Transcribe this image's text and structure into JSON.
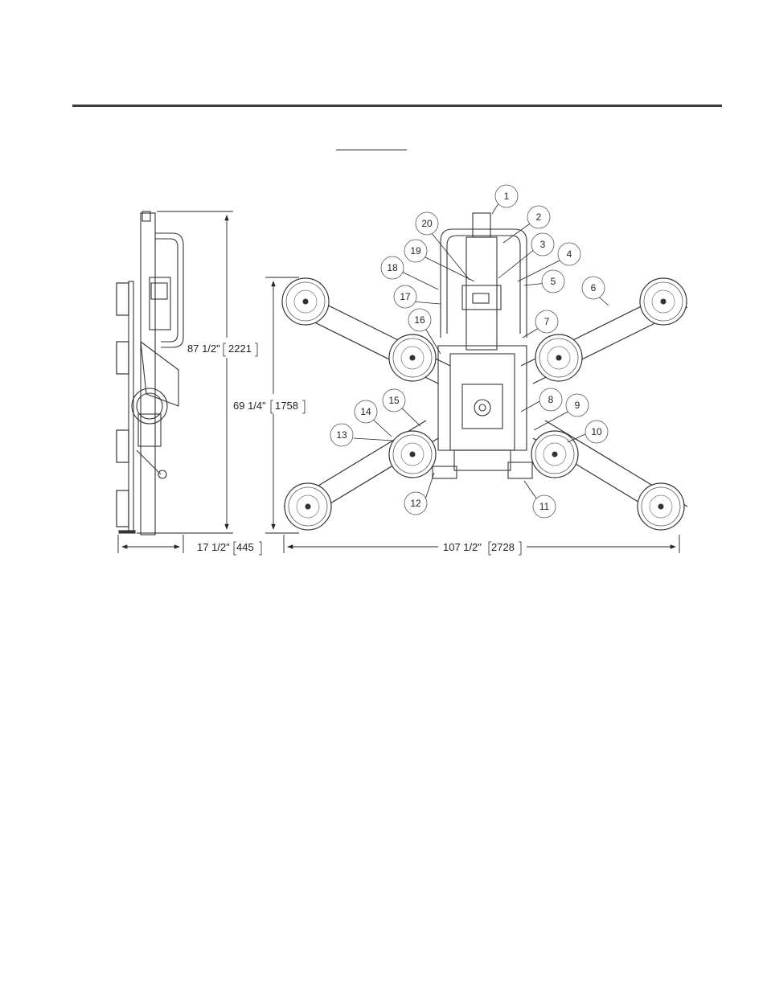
{
  "dimensions": {
    "side_height": "87 1/2\"",
    "side_height_mm": "2221",
    "front_height": "69 1/4\"",
    "front_height_mm": "1758",
    "side_depth": "17 1/2\"",
    "side_depth_mm": "445",
    "front_width": "107 1/2\"",
    "front_width_mm": "2728"
  },
  "callouts": [
    "1",
    "2",
    "3",
    "4",
    "5",
    "6",
    "7",
    "8",
    "9",
    "10",
    "11",
    "12",
    "13",
    "14",
    "15",
    "16",
    "17",
    "18",
    "19",
    "20"
  ]
}
